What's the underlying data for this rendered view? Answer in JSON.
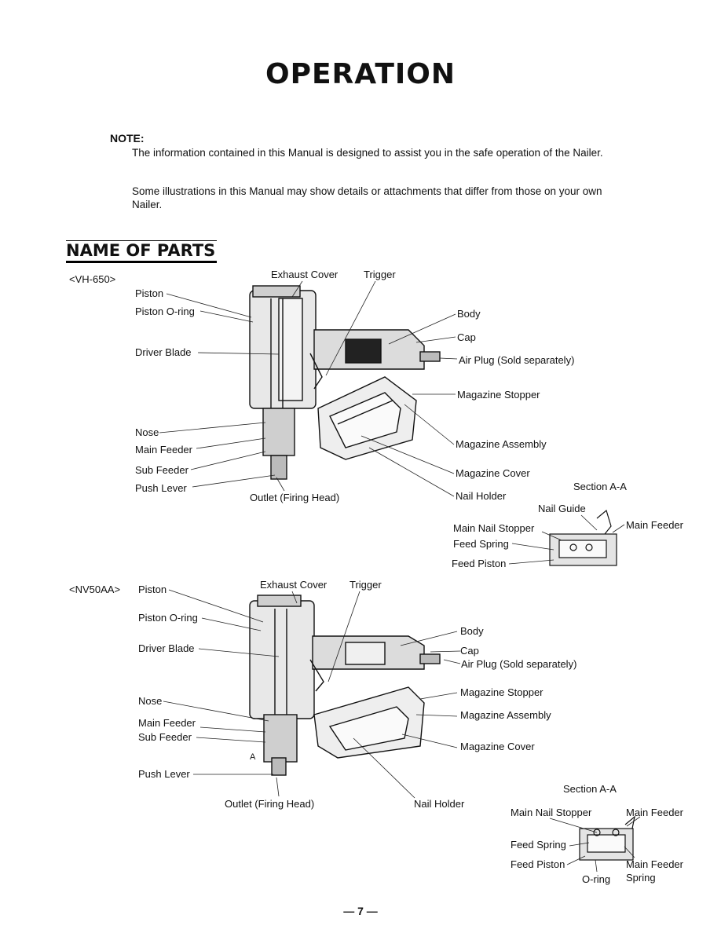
{
  "page_title": "OPERATION",
  "note": {
    "heading": "NOTE:",
    "para1": "The information contained in this Manual is designed to assist you in the safe operation of the Nailer.",
    "para2": "Some illustrations in this Manual may show details or attachments that differ from those on your own Nailer."
  },
  "section_heading": "NAME OF PARTS",
  "models": [
    {
      "model": "<VH-650>",
      "labels": {
        "exhaust_cover": "Exhaust Cover",
        "trigger": "Trigger",
        "piston": "Piston",
        "piston_oring": "Piston O-ring",
        "driver_blade": "Driver Blade",
        "nose": "Nose",
        "main_feeder": "Main Feeder",
        "sub_feeder": "Sub Feeder",
        "push_lever": "Push Lever",
        "outlet": "Outlet (Firing Head)",
        "body": "Body",
        "cap": "Cap",
        "air_plug": "Air Plug (Sold separately)",
        "magazine_stopper": "Magazine Stopper",
        "magazine_assembly": "Magazine Assembly",
        "magazine_cover": "Magazine Cover",
        "nail_holder": "Nail Holder"
      },
      "section": {
        "title": "Section A-A",
        "nail_guide": "Nail Guide",
        "main_nail_stopper": "Main Nail Stopper",
        "main_feeder": "Main Feeder",
        "feed_spring": "Feed Spring",
        "feed_piston": "Feed Piston"
      }
    },
    {
      "model": "<NV50AA>",
      "labels": {
        "piston": "Piston",
        "exhaust_cover": "Exhaust Cover",
        "trigger": "Trigger",
        "piston_oring": "Piston O-ring",
        "body": "Body",
        "driver_blade": "Driver Blade",
        "cap": "Cap",
        "air_plug": "Air Plug (Sold separately)",
        "magazine_stopper": "Magazine Stopper",
        "nose": "Nose",
        "magazine_assembly": "Magazine Assembly",
        "main_feeder": "Main Feeder",
        "sub_feeder": "Sub Feeder",
        "magazine_cover": "Magazine Cover",
        "push_lever": "Push Lever",
        "outlet": "Outlet (Firing Head)",
        "nail_holder": "Nail Holder",
        "section_marker": "A"
      },
      "section": {
        "title": "Section A-A",
        "main_nail_stopper": "Main Nail Stopper",
        "main_feeder": "Main Feeder",
        "feed_spring": "Feed Spring",
        "feed_piston": "Feed Piston",
        "oring": "O-ring",
        "main_feeder_spring_1": "Main Feeder",
        "main_feeder_spring_2": "Spring"
      }
    }
  ],
  "page_number": "— 7 —"
}
